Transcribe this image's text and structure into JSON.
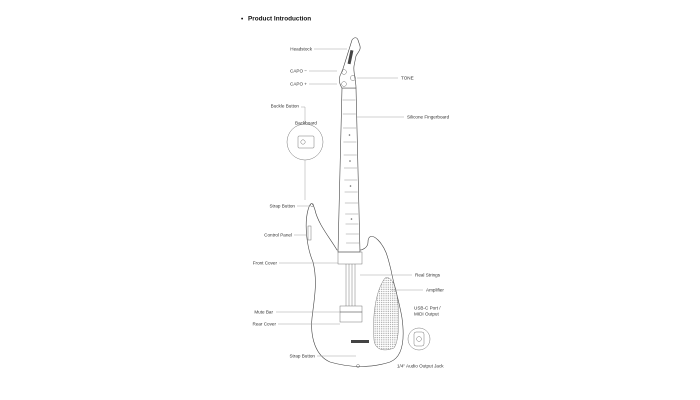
{
  "header": {
    "bullet": "•",
    "title": "Product Introduction"
  },
  "labels": {
    "headstock": "Headstock",
    "capo_minus": "CAPO −",
    "capo_plus": "CAPO +",
    "tone": "TONE",
    "buckle_button": "Buckle Button",
    "backboard": "Backboard",
    "silicone_fingerboard": "Silicone Fingerboard",
    "strap_button_top": "Strap Button",
    "control_panel": "Control Panel",
    "front_cover": "Front Cover",
    "real_strings": "Real Strings",
    "amplifier": "Amplifier",
    "usbc_line1": "USB-C Port /",
    "usbc_line2": "MIDI Output",
    "mute_bar": "Mute Bar",
    "rear_cover": "Rear Cover",
    "strap_button_bottom": "Strap Button",
    "audio_jack": "1/4\" Audio Output Jack"
  },
  "colors": {
    "line": "#9a9a9a",
    "outline": "#444444",
    "text": "#333333"
  }
}
